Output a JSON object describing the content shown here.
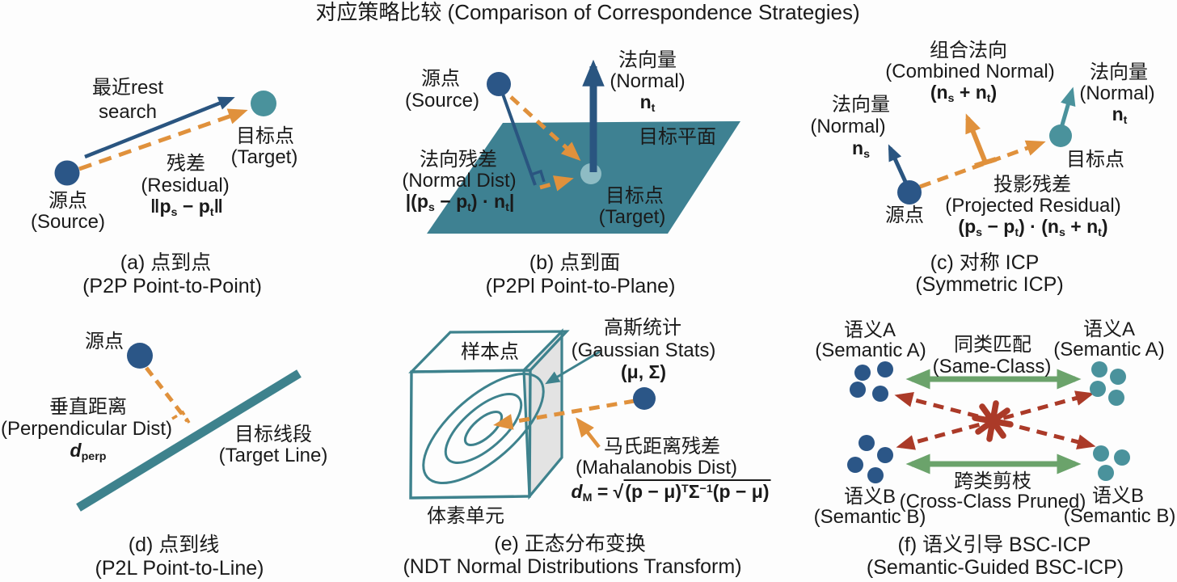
{
  "title": "对应策略比较 (Comparison of Correspondence Strategies)",
  "colors": {
    "text": "#1a1a1a",
    "navy": "#2a5580",
    "navy_dot": "#2b5687",
    "teal_dot": "#4a929c",
    "teal_line": "#3e828d",
    "plane": "#3e8192",
    "orange": "#e0913c",
    "green": "#6ba36b",
    "red": "#ab3a28",
    "gray_face": "#d9d9d9",
    "target_halo": "#9cc7cd"
  },
  "panels": {
    "a": {
      "nn_label_1": "最近rest",
      "nn_label_2": "search",
      "target_cn": "目标点",
      "target_en": "(Target)",
      "residual_cn": "残差",
      "residual_en": "(Residual)",
      "residual_formula": [
        {
          "t": "‖"
        },
        {
          "t": "p",
          "b": 1
        },
        {
          "t": "s",
          "sub": 1
        },
        {
          "t": " − "
        },
        {
          "t": "p",
          "b": 1
        },
        {
          "t": "t",
          "sub": 1
        },
        {
          "t": "‖"
        }
      ],
      "source_cn": "源点",
      "source_en": "(Source)",
      "caption_cn": "(a) 点到点",
      "caption_en": "(P2P Point-to-Point)"
    },
    "b": {
      "source_cn": "源点",
      "source_en": "(Source)",
      "normal_cn": "法向量",
      "normal_en": "(Normal)",
      "normal_symbol": [
        {
          "t": "n",
          "b": 1
        },
        {
          "t": "t",
          "sub": 1
        }
      ],
      "plane_label": "目标平面",
      "normal_dist_cn": "法向残差",
      "normal_dist_en": "(Normal Dist)",
      "normal_dist_formula": [
        {
          "t": "|("
        },
        {
          "t": "p",
          "b": 1
        },
        {
          "t": "s",
          "sub": 1
        },
        {
          "t": " − "
        },
        {
          "t": "p",
          "b": 1
        },
        {
          "t": "t",
          "sub": 1
        },
        {
          "t": ") · "
        },
        {
          "t": "n",
          "b": 1
        },
        {
          "t": "t",
          "sub": 1
        },
        {
          "t": "|"
        }
      ],
      "target_cn": "目标点",
      "target_en": "(Target)",
      "caption_cn": "(b) 点到面",
      "caption_en": "(P2Pl Point-to-Plane)"
    },
    "c": {
      "combined_cn": "组合法向",
      "combined_en": "(Combined Normal)",
      "combined_formula": [
        {
          "t": "("
        },
        {
          "t": "n",
          "b": 1
        },
        {
          "t": "s",
          "sub": 1
        },
        {
          "t": " + "
        },
        {
          "t": "n",
          "b": 1
        },
        {
          "t": "t",
          "sub": 1
        },
        {
          "t": ")"
        }
      ],
      "normal_s_cn": "法向量",
      "normal_s_en": "(Normal)",
      "normal_s_symbol": [
        {
          "t": "n",
          "b": 1
        },
        {
          "t": "s",
          "sub": 1
        }
      ],
      "normal_t_cn": "法向量",
      "normal_t_en": "(Normal)",
      "normal_t_symbol": [
        {
          "t": "n",
          "b": 1
        },
        {
          "t": "t",
          "sub": 1
        }
      ],
      "target_cn": "目标点",
      "source_cn": "源点",
      "projected_cn": "投影残差",
      "projected_en": "(Projected Residual)",
      "projected_formula": [
        {
          "t": "("
        },
        {
          "t": "p",
          "b": 1
        },
        {
          "t": "s",
          "sub": 1
        },
        {
          "t": " − "
        },
        {
          "t": "p",
          "b": 1
        },
        {
          "t": "t",
          "sub": 1
        },
        {
          "t": ") · ("
        },
        {
          "t": "n",
          "b": 1
        },
        {
          "t": "s",
          "sub": 1
        },
        {
          "t": " + "
        },
        {
          "t": "n",
          "b": 1
        },
        {
          "t": "t",
          "sub": 1
        },
        {
          "t": ")"
        }
      ],
      "caption_cn": "(c) 对称 ICP",
      "caption_en": "(Symmetric ICP)"
    },
    "d": {
      "source_cn": "源点",
      "perp_cn": "垂直距离",
      "perp_en": "(Perpendicular Dist)",
      "perp_symbol": [
        {
          "t": "d",
          "i": 1
        },
        {
          "t": "perp",
          "sub": 1
        }
      ],
      "line_cn": "目标线段",
      "line_en": "(Target Line)",
      "caption_cn": "(d) 点到线",
      "caption_en": "(P2L Point-to-Line)"
    },
    "e": {
      "sample_label": "样本点",
      "gauss_cn": "高斯统计",
      "gauss_en": "(Gaussian Stats)",
      "gauss_symbol": [
        {
          "t": "("
        },
        {
          "t": "μ",
          "b": 1
        },
        {
          "t": ", "
        },
        {
          "t": "Σ",
          "b": 1
        },
        {
          "t": ")"
        }
      ],
      "maha_cn": "马氏距离残差",
      "maha_en": "(Mahalanobis Dist)",
      "maha_formula": [
        {
          "t": "d",
          "i": 1
        },
        {
          "t": "M",
          "sub": 1
        },
        {
          "t": " = "
        },
        {
          "t": "√"
        },
        {
          "seg": [
            {
              "t": "("
            },
            {
              "t": "p",
              "b": 1
            },
            {
              "t": " − "
            },
            {
              "t": "μ",
              "b": 1
            },
            {
              "t": ")"
            },
            {
              "t": "T",
              "sup": 1
            },
            {
              "t": "Σ",
              "b": 1
            },
            {
              "t": "−1",
              "sup": 1
            },
            {
              "t": "("
            },
            {
              "t": "p",
              "b": 1
            },
            {
              "t": " − "
            },
            {
              "t": "μ",
              "b": 1
            },
            {
              "t": ")"
            }
          ]
        }
      ],
      "voxel_label": "体素单元",
      "caption_cn": "(e) 正态分布变换",
      "caption_en": "(NDT Normal Distributions Transform)"
    },
    "f": {
      "sem_a_left_cn": "语义A",
      "sem_a_left_en": "(Semantic A)",
      "sem_a_right_cn": "语义A",
      "sem_a_right_en": "(Semantic A)",
      "sem_b_left_cn": "语义B",
      "sem_b_left_en": "(Semantic B)",
      "sem_b_right_cn": "语义B",
      "sem_b_right_en": "(Semantic B)",
      "same_class_cn": "同类匹配",
      "same_class_en": "(Same-Class)",
      "cross_class_cn": "跨类剪枝",
      "cross_class_en": "(Cross-Class Pruned)",
      "caption_cn": "(f) 语义引导 BSC-ICP",
      "caption_en": "(Semantic-Guided BSC-ICP)"
    }
  }
}
